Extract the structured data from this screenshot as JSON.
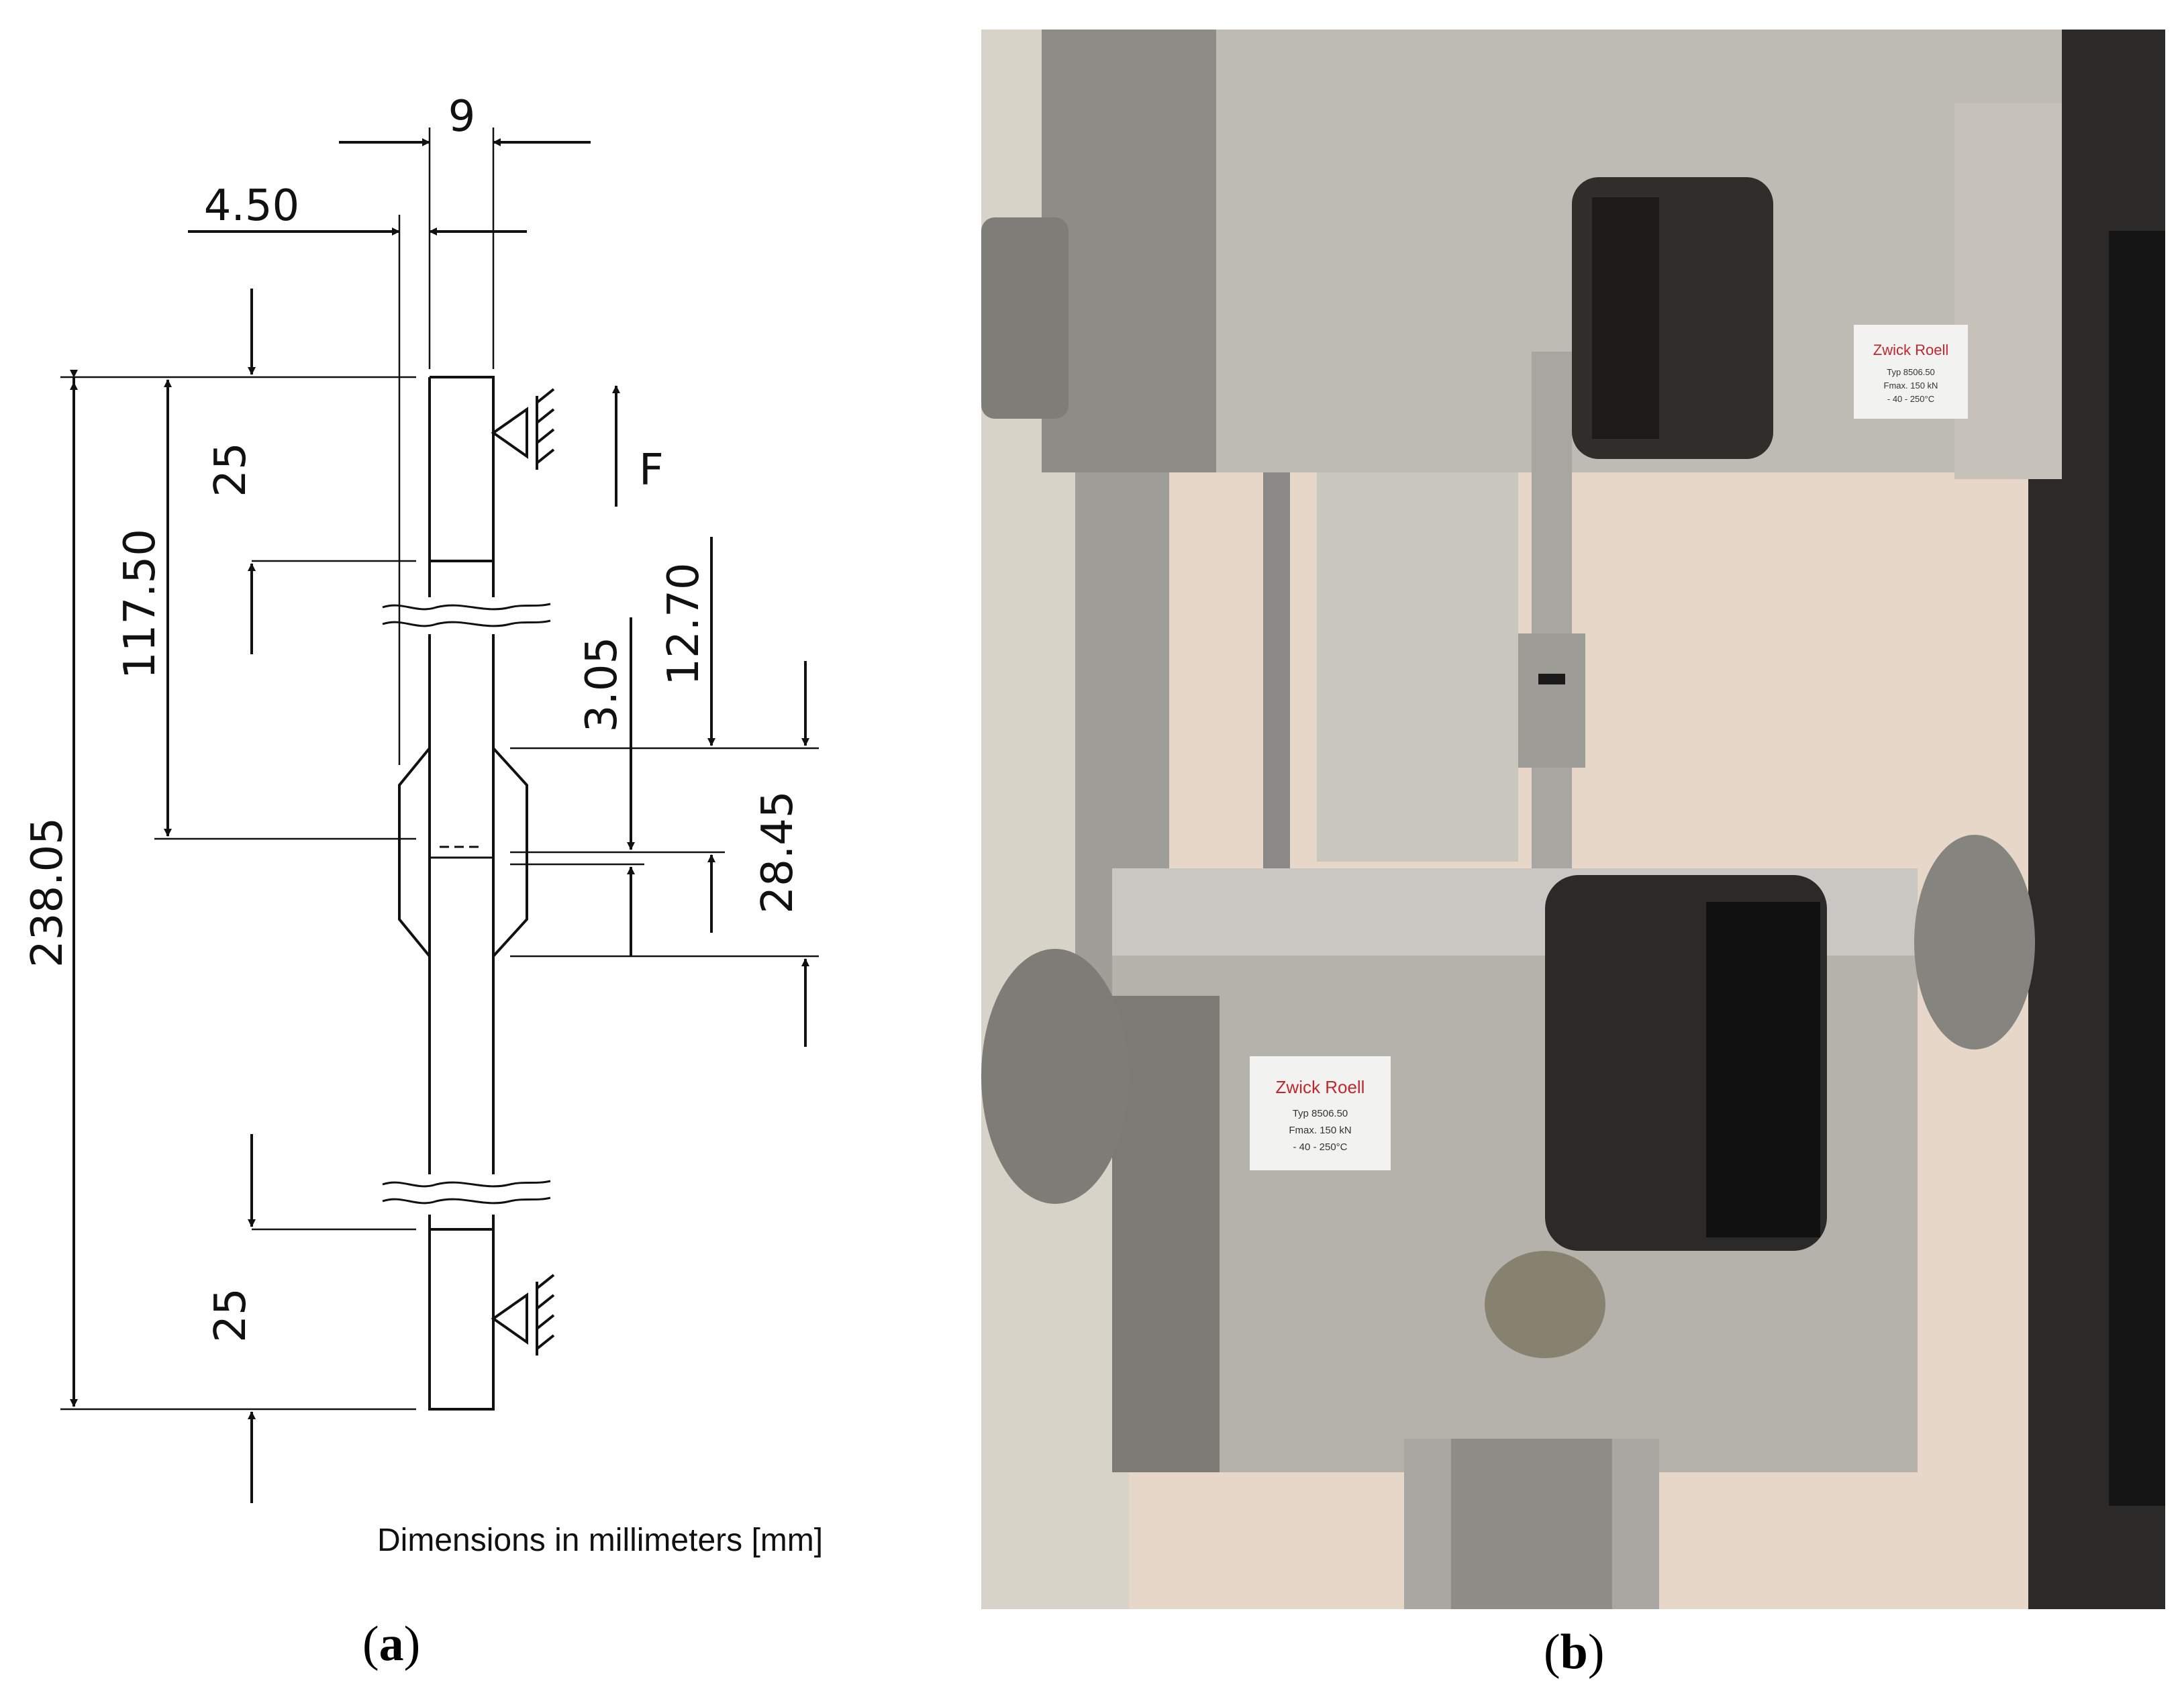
{
  "panel_a": {
    "dimensions": {
      "width_top": "9",
      "half_width": "4.50",
      "grip_top": "25",
      "to_center": "117.50",
      "total_length": "238.05",
      "notch": "3.05",
      "half_gauge": "12.70",
      "gauge_length": "28.45",
      "grip_bottom": "25"
    },
    "force_label": "F",
    "units_note": "Dimensions in millimeters [mm]",
    "caption_open": "(",
    "caption_letter": "a",
    "caption_close": ")"
  },
  "panel_b": {
    "label_upper": "Zwick",
    "label_upper_2": "Roell",
    "plate_line1": "Typ  8506.50",
    "plate_line2": "Fmax. 150 kN",
    "plate_line3": "- 40 - 250°C",
    "caption_open": "(",
    "caption_letter": "b",
    "caption_close": ")"
  },
  "colors": {
    "line": "#111111",
    "steel": "#b9b7b0",
    "steel_dark": "#8e8c86",
    "wall": "#e6d7c8",
    "shadow": "#3a3835"
  }
}
